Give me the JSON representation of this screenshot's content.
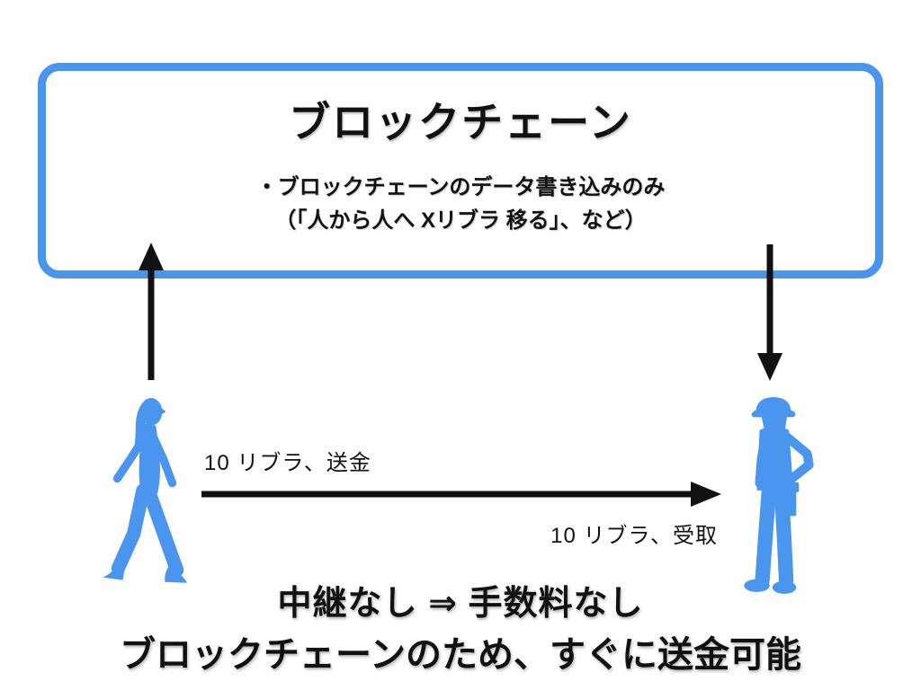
{
  "colors": {
    "accent_blue": "#4a95ee",
    "arrow_black": "#111111",
    "background": "#ffffff"
  },
  "blockchain_box": {
    "title": "ブロックチェーン",
    "bullet_line_1": "・ブロックチェーンのデータ書き込みのみ",
    "bullet_line_2": "（「人から人へ Xリブラ 移る」、など）"
  },
  "transfer": {
    "send_label": "10 リブラ、送金",
    "receive_label": "10 リブラ、受取"
  },
  "figures": {
    "sender_icon": "woman-walking-silhouette",
    "receiver_icon": "construction-worker-silhouette"
  },
  "arrows": {
    "sender_to_box": "up-arrow",
    "box_to_receiver": "down-arrow",
    "sender_to_receiver": "right-arrow"
  },
  "footer": {
    "line_1": "中継なし ⇒ 手数料なし",
    "line_2": "ブロックチェーンのため、すぐに送金可能"
  }
}
